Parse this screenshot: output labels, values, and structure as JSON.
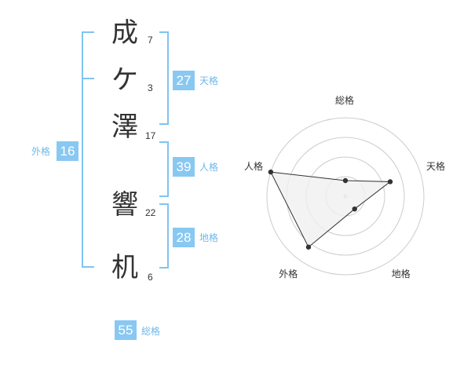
{
  "name": {
    "chars": [
      {
        "char": "成",
        "strokes": "7"
      },
      {
        "char": "ケ",
        "strokes": "3"
      },
      {
        "char": "澤",
        "strokes": "17"
      },
      {
        "char": "響",
        "strokes": "22"
      },
      {
        "char": "机",
        "strokes": "6"
      }
    ]
  },
  "kakusu": {
    "tenkaku": {
      "value": "27",
      "label": "天格"
    },
    "jinkaku": {
      "value": "39",
      "label": "人格"
    },
    "chikaku": {
      "value": "28",
      "label": "地格"
    },
    "gaikaku": {
      "value": "16",
      "label": "外格"
    },
    "soukaku": {
      "value": "55",
      "label": "総格"
    }
  },
  "chart_data": {
    "type": "radar",
    "axes": [
      "総格",
      "天格",
      "地格",
      "外格",
      "人格"
    ],
    "values": [
      1,
      3,
      1,
      4,
      5
    ],
    "rmax": 5,
    "rings": 4,
    "colors": {
      "fill": "#f0f0f0",
      "stroke": "#333333",
      "grid": "#cccccc"
    }
  }
}
